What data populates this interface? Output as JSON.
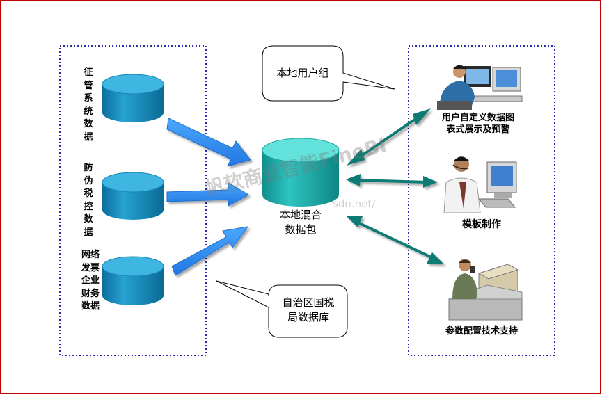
{
  "left_sources": [
    {
      "label": "征管系统数据"
    },
    {
      "label": "防伪税控数据"
    },
    {
      "label": "网络发票企业财务数据"
    }
  ],
  "center": {
    "label_line1": "本地混合",
    "label_line2": "数据包"
  },
  "callouts": {
    "top": "本地用户组",
    "bottom_line1": "自治区国税",
    "bottom_line2": "局数据库"
  },
  "right_targets": [
    {
      "label_line1": "用户自定义数据图",
      "label_line2": "表式展示及预警"
    },
    {
      "label_line1": "模板制作"
    },
    {
      "label_line1": "参数配置技术支持"
    }
  ],
  "watermark": {
    "text1": "帆软商业智能FineBI",
    "text2": "sdn.net/"
  },
  "colors": {
    "border": "#c00000",
    "cylinder_side": "#1486b8",
    "cylinder_top": "#3fb2dc",
    "center_side": "#1fb3b1",
    "center_top": "#5fe0d8",
    "arrow_blue": "#3a9af0",
    "arrow_teal": "#0a7a73",
    "group_border": "#2b2bb0"
  }
}
